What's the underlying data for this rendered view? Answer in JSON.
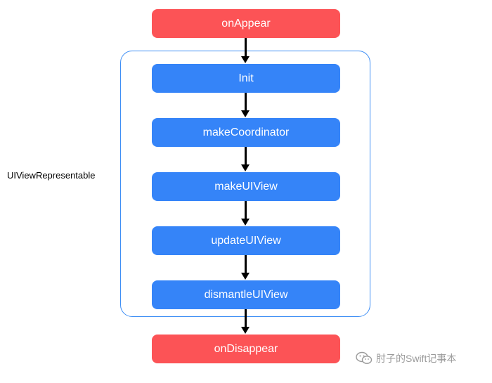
{
  "diagram": {
    "group_label": "UIViewRepresentable",
    "nodes": {
      "on_appear": "onAppear",
      "init": "Init",
      "make_coordinator": "makeCoordinator",
      "make_ui_view": "makeUIView",
      "update_ui_view": "updateUIView",
      "dismantle_ui_view": "dismantleUIView",
      "on_disappear": "onDisappear"
    },
    "colors": {
      "lifecycle_red": "#fc5356",
      "method_blue": "#3584f8",
      "group_border": "#3d8ef5",
      "arrow": "#000000"
    }
  },
  "watermark": {
    "text": "肘子的Swift记事本",
    "icon": "wechat-icon"
  }
}
